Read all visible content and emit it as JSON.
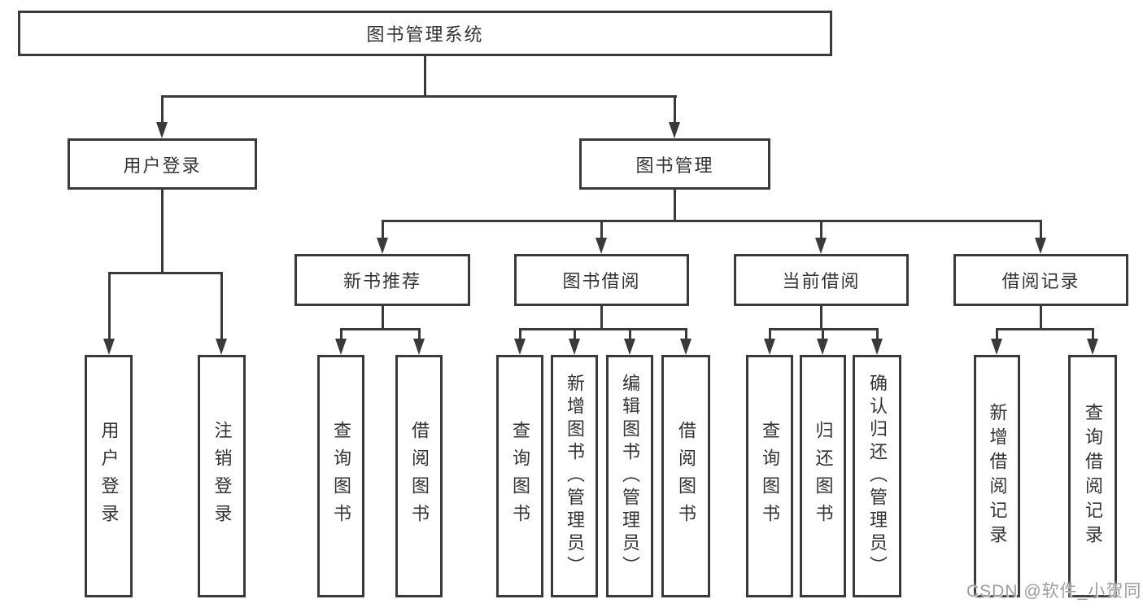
{
  "diagram": {
    "title": "图书管理系统",
    "branches": {
      "user_login": {
        "label": "用户登录",
        "children": [
          "用户登录",
          "注销登录"
        ]
      },
      "book_management": {
        "label": "图书管理",
        "sections": {
          "new_books": {
            "label": "新书推荐",
            "children": [
              "查询图书",
              "借阅图书"
            ]
          },
          "book_borrow": {
            "label": "图书借阅",
            "children": [
              "查询图书",
              "新增图书（管理员）",
              "编辑图书（管理员）",
              "借阅图书"
            ]
          },
          "current_borrow": {
            "label": "当前借阅",
            "children": [
              "查询图书",
              "归还图书",
              "确认归还（管理员）"
            ]
          },
          "borrow_records": {
            "label": "借阅记录",
            "children": [
              "新增借阅记录",
              "查询借阅记录"
            ]
          }
        }
      }
    }
  },
  "watermark": "CSDN @软件_小贺同学",
  "colors": {
    "line": "#3a3a3a",
    "text": "#333333",
    "watermark": "#9e9e9e",
    "background": "#ffffff"
  }
}
